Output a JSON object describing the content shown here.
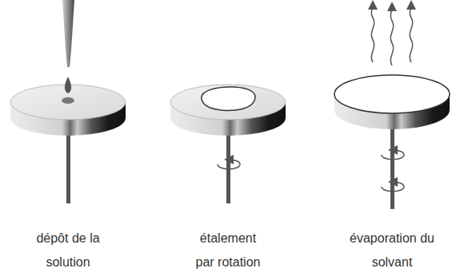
{
  "diagram": {
    "labels": [
      "dépôt de la solution",
      "étalement par rotation",
      "évaporation du solvant"
    ]
  }
}
